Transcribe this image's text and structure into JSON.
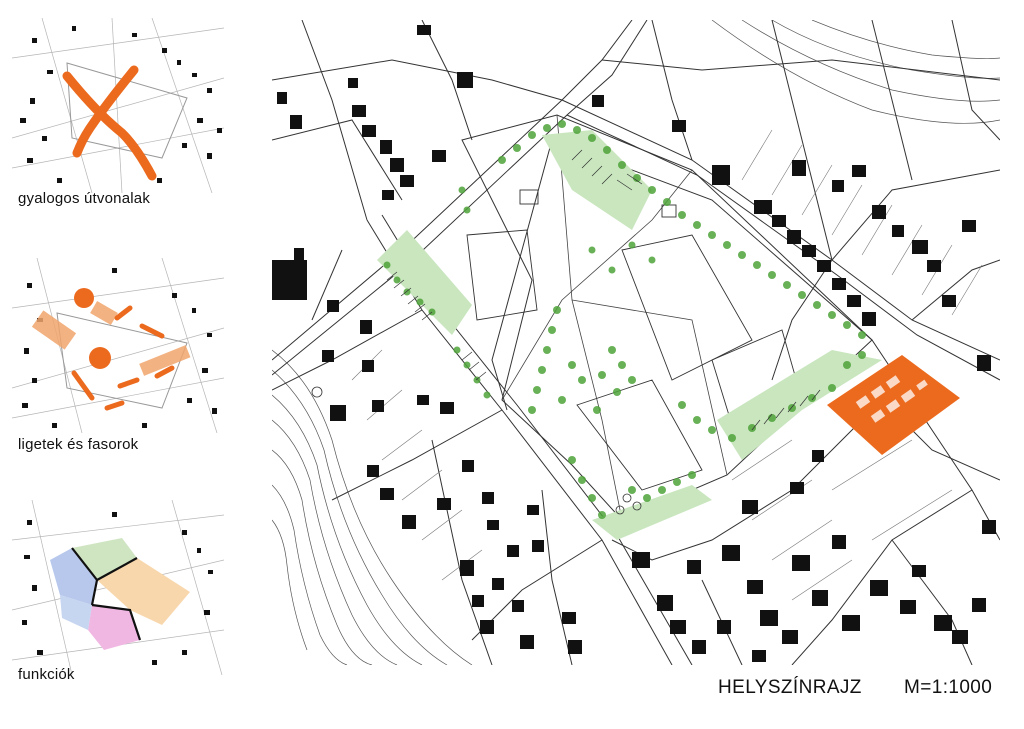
{
  "panels": [
    {
      "caption": "gyalogos útvonalak",
      "theme": "pedestrian-routes"
    },
    {
      "caption": "ligetek és fasorok",
      "theme": "groves-and-tree-lines"
    },
    {
      "caption": "funkciók",
      "theme": "functions"
    }
  ],
  "sheet": {
    "title": "HELYSZÍNRAJZ",
    "scale": "M=1:1000"
  },
  "colors": {
    "accent_orange": "#ec6a1e",
    "light_orange": "#f2a56c",
    "vegetation_green": "#4fa43a",
    "green_area": "#c9e6bf",
    "building": "#111111",
    "line": "#3a3a3a",
    "zone_blue": "#b8c8ec",
    "zone_peach": "#f8d7ad",
    "zone_pink": "#f1b7e3",
    "zone_green": "#cfe5c2"
  }
}
